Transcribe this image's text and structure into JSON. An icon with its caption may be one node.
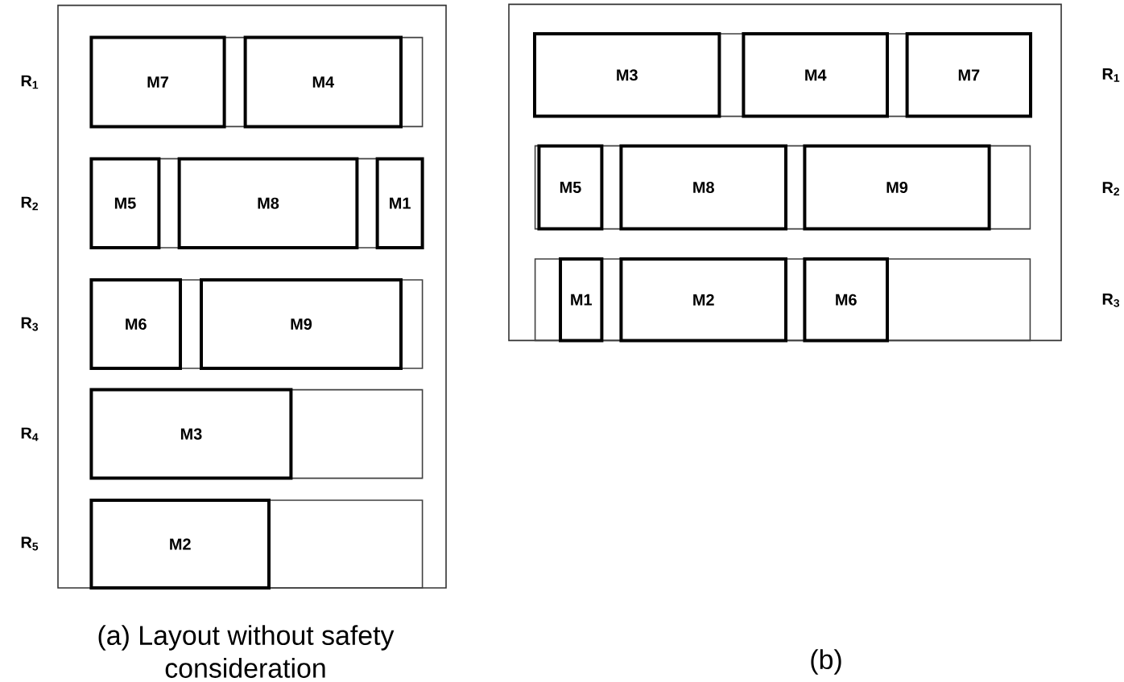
{
  "diagram": {
    "nodes": [
      {
        "text": [],
        "shape": "box"
      },
      {
        "text": [],
        "shape": "box",
        "in": 0
      },
      {
        "text": [
          "M7"
        ],
        "in": 1
      },
      {
        "text": [
          "M4"
        ],
        "in": 1
      },
      {
        "text": [],
        "shape": "box",
        "in": 0
      },
      {
        "text": [
          "M5"
        ],
        "in": 4
      },
      {
        "text": [
          "M8"
        ],
        "in": 4
      },
      {
        "text": [
          "M1"
        ],
        "in": 4
      },
      {
        "text": [],
        "shape": "box",
        "in": 0
      },
      {
        "text": [
          "M6"
        ],
        "in": 8
      },
      {
        "text": [
          "M9"
        ],
        "in": 8
      },
      {
        "text": [],
        "shape": "box",
        "in": 0
      },
      {
        "text": [
          "M3"
        ],
        "in": 11
      },
      {
        "text": [],
        "shape": "box",
        "in": 0
      },
      {
        "text": [
          "M2"
        ],
        "in": 13
      },
      {
        "text": [],
        "shape": "box"
      },
      {
        "text": [],
        "shape": "box",
        "in": 15
      },
      {
        "text": [
          "M3"
        ],
        "in": 16
      },
      {
        "text": [
          "M4"
        ],
        "in": 16
      },
      {
        "text": [
          "M7"
        ],
        "in": 16
      },
      {
        "text": [],
        "shape": "box",
        "in": 15
      },
      {
        "text": [
          "M5"
        ],
        "in": 20
      },
      {
        "text": [
          "M8"
        ],
        "in": 20
      },
      {
        "text": [
          "M9"
        ],
        "in": 20
      },
      {
        "text": [],
        "shape": "box",
        "in": 15
      },
      {
        "text": [
          "M1"
        ],
        "in": 24
      },
      {
        "text": [
          "M2"
        ],
        "in": 24
      },
      {
        "text": [
          "M6"
        ],
        "in": 24
      }
    ],
    "labels": [
      "R$_{1}$",
      "R$_{1}$",
      "R$_{2}$",
      "R$_{2}$",
      "R$_{3}$",
      "R$_{3}$",
      "R$_{4}$",
      "R$_{5}$",
      "(a) Layout without safety consideration",
      "(b)"
    ]
  }
}
